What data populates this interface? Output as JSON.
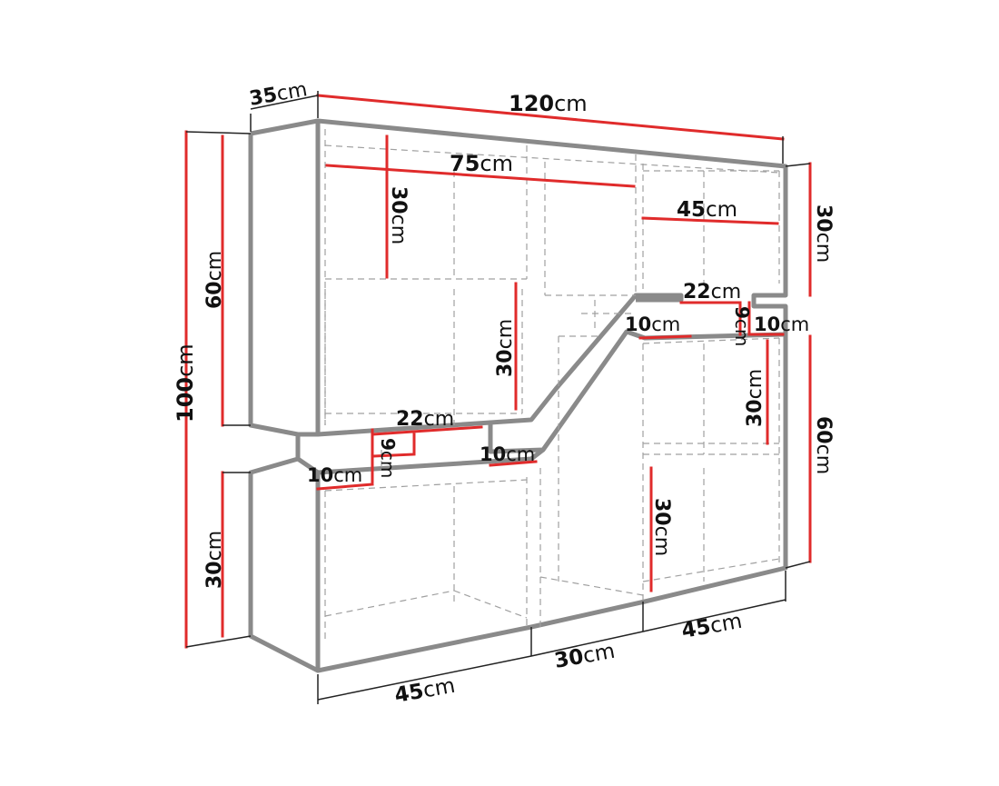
{
  "unit": "cm",
  "dimensions": {
    "overall_width": {
      "value": "120",
      "unit": "cm"
    },
    "overall_depth": {
      "value": "35",
      "unit": "cm"
    },
    "overall_height": {
      "value": "100",
      "unit": "cm"
    },
    "upper_left_height": {
      "value": "60",
      "unit": "cm"
    },
    "lower_left_height": {
      "value": "30",
      "unit": "cm"
    },
    "upper_right_height": {
      "value": "30",
      "unit": "cm"
    },
    "lower_right_height": {
      "value": "60",
      "unit": "cm"
    },
    "upper_left_width": {
      "value": "75",
      "unit": "cm"
    },
    "upper_left_shelf_1": {
      "value": "30",
      "unit": "cm"
    },
    "upper_left_shelf_2": {
      "value": "30",
      "unit": "cm"
    },
    "upper_right_width": {
      "value": "45",
      "unit": "cm"
    },
    "right_step_width": {
      "value": "22",
      "unit": "cm"
    },
    "right_step_gap_a": {
      "value": "10",
      "unit": "cm"
    },
    "right_step_gap_b": {
      "value": "10",
      "unit": "cm"
    },
    "right_step_height": {
      "value": "9",
      "unit": "cm"
    },
    "right_mid_shelf": {
      "value": "30",
      "unit": "cm"
    },
    "right_low_shelf": {
      "value": "30",
      "unit": "cm"
    },
    "left_step_width": {
      "value": "22",
      "unit": "cm"
    },
    "left_step_height": {
      "value": "9",
      "unit": "cm"
    },
    "left_step_gap_a": {
      "value": "10",
      "unit": "cm"
    },
    "left_step_gap_b": {
      "value": "10",
      "unit": "cm"
    },
    "bottom_left_width": {
      "value": "45",
      "unit": "cm"
    },
    "bottom_middle_width": {
      "value": "30",
      "unit": "cm"
    },
    "bottom_right_width": {
      "value": "45",
      "unit": "cm"
    }
  }
}
